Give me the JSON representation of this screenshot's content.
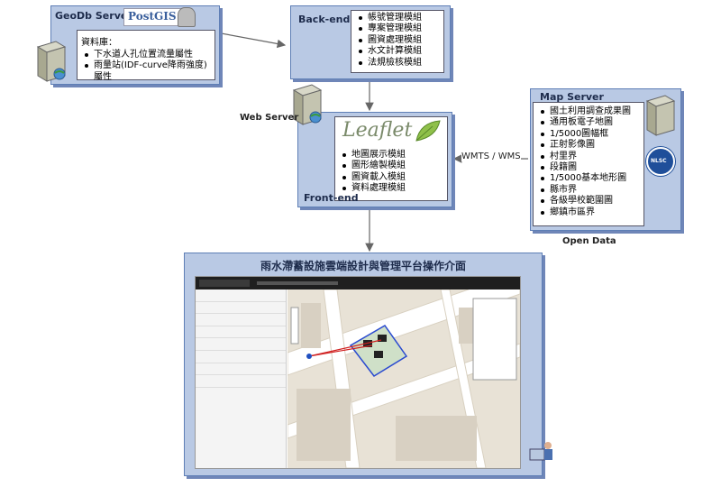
{
  "geodb": {
    "title": "GeoDb Server",
    "logo": "PostGIS",
    "heading": "資料庫：",
    "items": [
      "下水道人孔位置流量屬性",
      "雨量站(IDF-curve降雨強度)屬性"
    ]
  },
  "backend": {
    "title": "Back-end",
    "items": [
      "帳號管理模組",
      "專案管理模組",
      "圖資處理模組",
      "水文計算模組",
      "法規檢核模組"
    ]
  },
  "frontend": {
    "title": "Front-end",
    "logo": "Leaflet",
    "items": [
      "地圖展示模組",
      "圖形繪製模組",
      "圖資載入模組",
      "資料處理模組"
    ]
  },
  "web_server_label": "Web Server",
  "map_server": {
    "title": "Map Server",
    "items": [
      "國土利用調查成果圖",
      "通用板電子地圖",
      "1/5000圖幅框",
      "正射影像圖",
      "村里界",
      "段籍圖",
      "1/5000基本地形圖",
      "縣市界",
      "各級學校範圍圖",
      "鄉鎮市區界"
    ],
    "badge": "NLSC",
    "footer": "Open Data"
  },
  "edge_label": "WMTS / WMS",
  "platform": {
    "title": "雨水滯蓄設施雲端設計與管理平台操作介面"
  },
  "colors": {
    "panel": "#b9c9e4",
    "panel_border": "#5f7fb6",
    "arrow": "#666666"
  }
}
